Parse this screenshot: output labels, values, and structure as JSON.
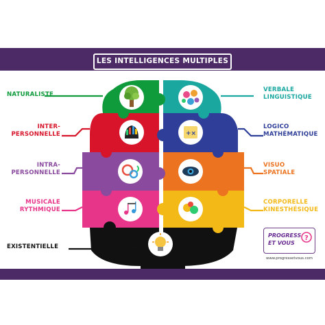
{
  "title": "LES INTELLIGENCES MULTIPLES",
  "intelligences": [
    {
      "key": "naturaliste",
      "lines": [
        "NATURALISTE"
      ],
      "color": "#0f9a3c",
      "icon": "tree-icon"
    },
    {
      "key": "interpersonnelle",
      "lines": [
        "INTER-",
        "PERSONNELLE"
      ],
      "color": "#d7142a",
      "icon": "people-icon"
    },
    {
      "key": "intrapersonnelle",
      "lines": [
        "INTRA-",
        "PERSONNELLE"
      ],
      "color": "#8a4a9e",
      "icon": "brain-gears-icon"
    },
    {
      "key": "musicale",
      "lines": [
        "MUSICALE",
        "RYTHMIQUE"
      ],
      "color": "#e7358a",
      "icon": "music-notes-icon"
    },
    {
      "key": "existentielle",
      "lines": [
        "EXISTENTIELLE"
      ],
      "color": "#111111",
      "icon": "lightbulb-icon"
    },
    {
      "key": "verbale",
      "lines": [
        "VERBALE",
        "LINGUISTIQUE"
      ],
      "color": "#1aa7a0",
      "icon": "speech-bubbles-icon"
    },
    {
      "key": "logico",
      "lines": [
        "LOGICO",
        "MATHÉMATIQUE"
      ],
      "color": "#2f3f99",
      "icon": "math-symbols-icon"
    },
    {
      "key": "visuo",
      "lines": [
        "VISUO",
        "SPATIALE"
      ],
      "color": "#ec7320",
      "icon": "eye-icon"
    },
    {
      "key": "corporelle",
      "lines": [
        "CORPORELLE",
        "KINESTHÉSIQUE"
      ],
      "color": "#f3b917",
      "icon": "running-figure-icon"
    }
  ],
  "logo": {
    "line1": "PROGRESS",
    "line2": "ET VOUS",
    "url": "www.progressetvous.com"
  },
  "colors": {
    "band": "#4b2a66",
    "green": "#0f9a3c",
    "red": "#d7142a",
    "purple": "#8a4a9e",
    "pink": "#e7358a",
    "black": "#111111",
    "teal": "#1aa7a0",
    "navy": "#2f3f99",
    "orange": "#ec7320",
    "yellow": "#f3b917"
  }
}
